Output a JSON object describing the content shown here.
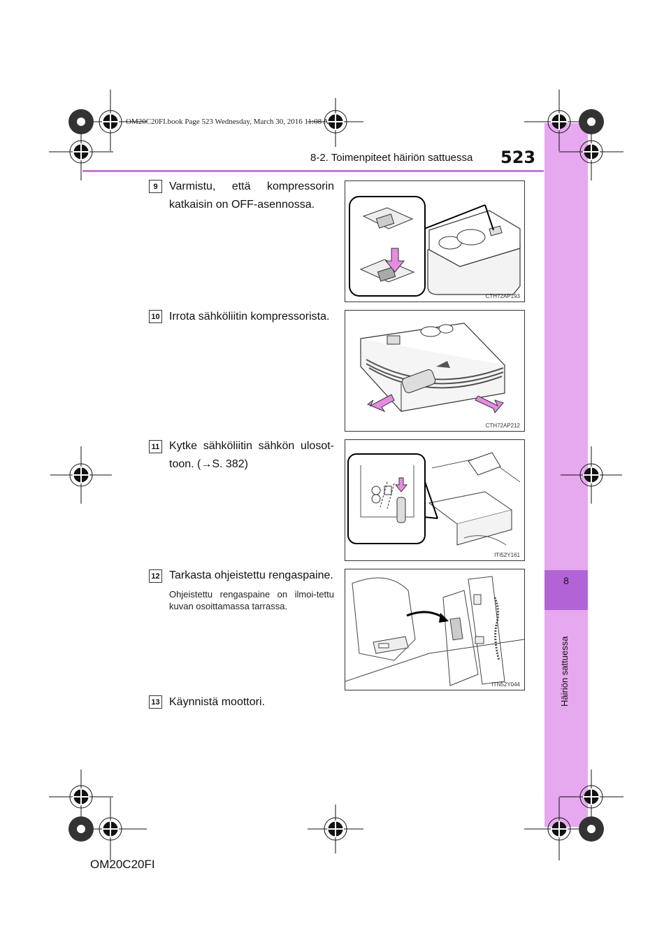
{
  "header": {
    "section": "8-2. Toimenpiteet häiriön sattuessa",
    "page_number": "523"
  },
  "book_info": "OM20C20FI.book  Page 523  Wednesday, March 30, 2016  11:08 AM",
  "side_tab": {
    "chapter": "8",
    "label": "Häiriön sattuessa"
  },
  "steps": [
    {
      "num": "9",
      "text": "Varmistu, että kompressorin katkaisin on OFF-asennossa.",
      "figure_code": "CTH72AP193"
    },
    {
      "num": "10",
      "text": "Irrota sähköliitin kompressorista.",
      "figure_code": "CTH72AP212"
    },
    {
      "num": "11",
      "text": "Kytke sähköliitin sähkön ulosot-toon. (→S. 382)",
      "figure_code": "ITI52Y161"
    },
    {
      "num": "12",
      "text": "Tarkasta ohjeistettu rengaspaine.",
      "note": "Ohjeistettu rengaspaine on ilmoi-tettu kuvan osoittamassa tarrassa.",
      "figure_code": "ITN52Y044"
    },
    {
      "num": "13",
      "text": "Käynnistä moottori."
    }
  ],
  "footer": "OM20C20FI",
  "colors": {
    "accent_line": "#c27ad8",
    "side_band": "#e6a8ee",
    "side_tab": "#b264d6",
    "arrow_pink": "#e58ce0"
  }
}
